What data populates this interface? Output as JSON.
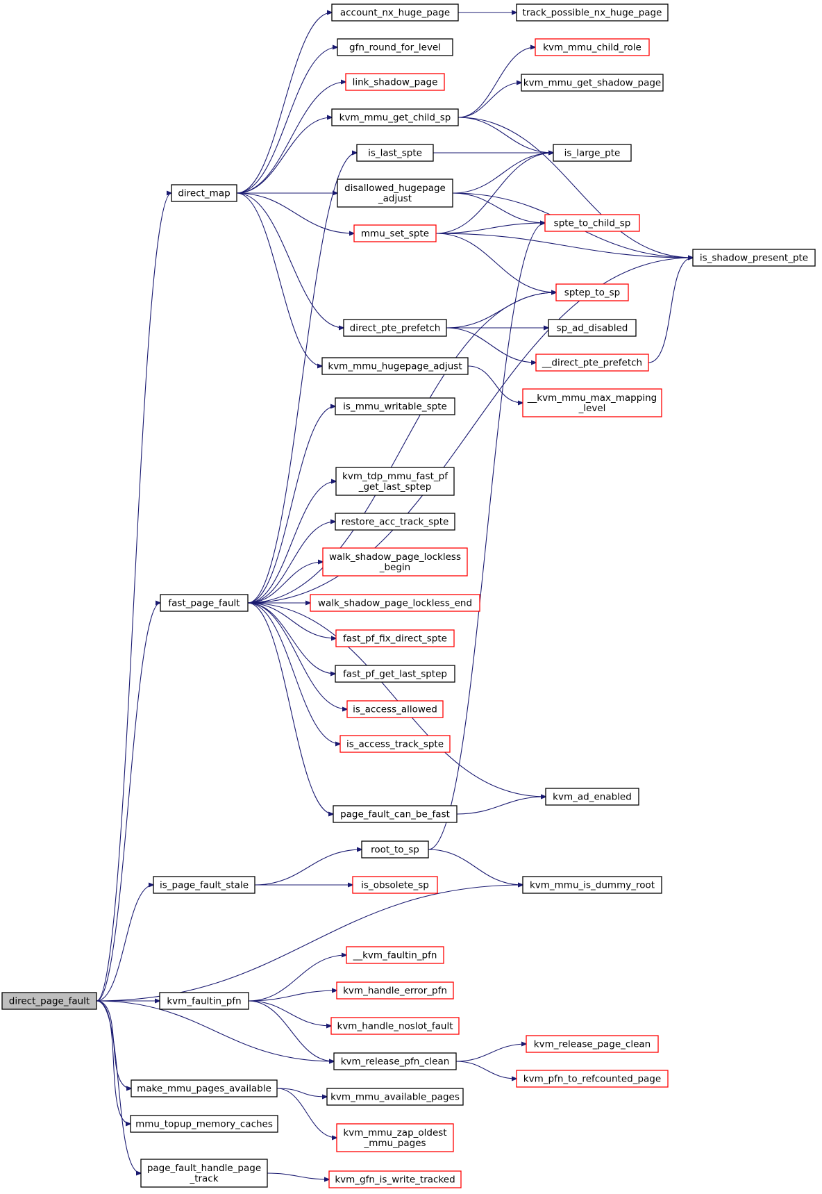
{
  "nodes": [
    {
      "id": "account_nx_huge_page",
      "label": [
        "account_nx_huge_page"
      ],
      "border": "black"
    },
    {
      "id": "track_possible_nx_huge_page",
      "label": [
        "track_possible_nx_huge_page"
      ],
      "border": "black"
    },
    {
      "id": "gfn_round_for_level",
      "label": [
        "gfn_round_for_level"
      ],
      "border": "black"
    },
    {
      "id": "kvm_mmu_child_role",
      "label": [
        "kvm_mmu_child_role"
      ],
      "border": "red"
    },
    {
      "id": "link_shadow_page",
      "label": [
        "link_shadow_page"
      ],
      "border": "red"
    },
    {
      "id": "kvm_mmu_get_shadow_page",
      "label": [
        "kvm_mmu_get_shadow_page"
      ],
      "border": "black"
    },
    {
      "id": "kvm_mmu_get_child_sp",
      "label": [
        "kvm_mmu_get_child_sp"
      ],
      "border": "black"
    },
    {
      "id": "is_last_spte",
      "label": [
        "is_last_spte"
      ],
      "border": "black"
    },
    {
      "id": "is_large_pte",
      "label": [
        "is_large_pte"
      ],
      "border": "black"
    },
    {
      "id": "direct_map",
      "label": [
        "direct_map"
      ],
      "border": "black"
    },
    {
      "id": "disallowed_hugepage_adjust",
      "label": [
        "disallowed_hugepage",
        "_adjust"
      ],
      "border": "black"
    },
    {
      "id": "spte_to_child_sp",
      "label": [
        "spte_to_child_sp"
      ],
      "border": "red"
    },
    {
      "id": "mmu_set_spte",
      "label": [
        "mmu_set_spte"
      ],
      "border": "red"
    },
    {
      "id": "is_shadow_present_pte",
      "label": [
        "is_shadow_present_pte"
      ],
      "border": "black"
    },
    {
      "id": "sptep_to_sp",
      "label": [
        "sptep_to_sp"
      ],
      "border": "red"
    },
    {
      "id": "direct_pte_prefetch",
      "label": [
        "direct_pte_prefetch"
      ],
      "border": "black"
    },
    {
      "id": "sp_ad_disabled",
      "label": [
        "sp_ad_disabled"
      ],
      "border": "black"
    },
    {
      "id": "__direct_pte_prefetch",
      "label": [
        "__direct_pte_prefetch"
      ],
      "border": "red"
    },
    {
      "id": "kvm_mmu_hugepage_adjust",
      "label": [
        "kvm_mmu_hugepage_adjust"
      ],
      "border": "black"
    },
    {
      "id": "__kvm_mmu_max_mapping_level",
      "label": [
        "__kvm_mmu_max_mapping",
        "_level"
      ],
      "border": "red"
    },
    {
      "id": "is_mmu_writable_spte",
      "label": [
        "is_mmu_writable_spte"
      ],
      "border": "black"
    },
    {
      "id": "kvm_tdp_mmu_fast_pf_get_last_sptep",
      "label": [
        "kvm_tdp_mmu_fast_pf",
        "_get_last_sptep"
      ],
      "border": "black"
    },
    {
      "id": "restore_acc_track_spte",
      "label": [
        "restore_acc_track_spte"
      ],
      "border": "black"
    },
    {
      "id": "walk_shadow_page_lockless_begin",
      "label": [
        "walk_shadow_page_lockless",
        "_begin"
      ],
      "border": "red"
    },
    {
      "id": "fast_page_fault",
      "label": [
        "fast_page_fault"
      ],
      "border": "black"
    },
    {
      "id": "walk_shadow_page_lockless_end",
      "label": [
        "walk_shadow_page_lockless_end"
      ],
      "border": "red"
    },
    {
      "id": "fast_pf_fix_direct_spte",
      "label": [
        "fast_pf_fix_direct_spte"
      ],
      "border": "red"
    },
    {
      "id": "fast_pf_get_last_sptep",
      "label": [
        "fast_pf_get_last_sptep"
      ],
      "border": "black"
    },
    {
      "id": "is_access_allowed",
      "label": [
        "is_access_allowed"
      ],
      "border": "red"
    },
    {
      "id": "is_access_track_spte",
      "label": [
        "is_access_track_spte"
      ],
      "border": "red"
    },
    {
      "id": "kvm_ad_enabled",
      "label": [
        "kvm_ad_enabled"
      ],
      "border": "black"
    },
    {
      "id": "page_fault_can_be_fast",
      "label": [
        "page_fault_can_be_fast"
      ],
      "border": "black"
    },
    {
      "id": "root_to_sp",
      "label": [
        "root_to_sp"
      ],
      "border": "black"
    },
    {
      "id": "is_page_fault_stale",
      "label": [
        "is_page_fault_stale"
      ],
      "border": "black"
    },
    {
      "id": "is_obsolete_sp",
      "label": [
        "is_obsolete_sp"
      ],
      "border": "red"
    },
    {
      "id": "kvm_mmu_is_dummy_root",
      "label": [
        "kvm_mmu_is_dummy_root"
      ],
      "border": "black"
    },
    {
      "id": "__kvm_faultin_pfn",
      "label": [
        "__kvm_faultin_pfn"
      ],
      "border": "red"
    },
    {
      "id": "direct_page_fault",
      "label": [
        "direct_page_fault"
      ],
      "border": "black",
      "root": true
    },
    {
      "id": "kvm_faultin_pfn",
      "label": [
        "kvm_faultin_pfn"
      ],
      "border": "black"
    },
    {
      "id": "kvm_handle_error_pfn",
      "label": [
        "kvm_handle_error_pfn"
      ],
      "border": "red"
    },
    {
      "id": "kvm_handle_noslot_fault",
      "label": [
        "kvm_handle_noslot_fault"
      ],
      "border": "red"
    },
    {
      "id": "kvm_release_page_clean",
      "label": [
        "kvm_release_page_clean"
      ],
      "border": "red"
    },
    {
      "id": "kvm_release_pfn_clean",
      "label": [
        "kvm_release_pfn_clean"
      ],
      "border": "black"
    },
    {
      "id": "kvm_pfn_to_refcounted_page",
      "label": [
        "kvm_pfn_to_refcounted_page"
      ],
      "border": "red"
    },
    {
      "id": "make_mmu_pages_available",
      "label": [
        "make_mmu_pages_available"
      ],
      "border": "black"
    },
    {
      "id": "kvm_mmu_available_pages",
      "label": [
        "kvm_mmu_available_pages"
      ],
      "border": "black"
    },
    {
      "id": "mmu_topup_memory_caches",
      "label": [
        "mmu_topup_memory_caches"
      ],
      "border": "black"
    },
    {
      "id": "kvm_mmu_zap_oldest_mmu_pages",
      "label": [
        "kvm_mmu_zap_oldest",
        "_mmu_pages"
      ],
      "border": "red"
    },
    {
      "id": "page_fault_handle_page_track",
      "label": [
        "page_fault_handle_page",
        "_track"
      ],
      "border": "black"
    },
    {
      "id": "kvm_gfn_is_write_tracked",
      "label": [
        "kvm_gfn_is_write_tracked"
      ],
      "border": "red"
    }
  ],
  "edges": [
    [
      "direct_page_fault",
      "direct_map"
    ],
    [
      "direct_page_fault",
      "fast_page_fault"
    ],
    [
      "direct_page_fault",
      "is_page_fault_stale"
    ],
    [
      "direct_page_fault",
      "kvm_mmu_is_dummy_root"
    ],
    [
      "direct_page_fault",
      "kvm_faultin_pfn"
    ],
    [
      "direct_page_fault",
      "kvm_release_pfn_clean"
    ],
    [
      "direct_page_fault",
      "make_mmu_pages_available"
    ],
    [
      "direct_page_fault",
      "mmu_topup_memory_caches"
    ],
    [
      "direct_page_fault",
      "page_fault_handle_page_track"
    ],
    [
      "direct_map",
      "account_nx_huge_page"
    ],
    [
      "direct_map",
      "gfn_round_for_level"
    ],
    [
      "direct_map",
      "link_shadow_page"
    ],
    [
      "direct_map",
      "kvm_mmu_get_child_sp"
    ],
    [
      "direct_map",
      "disallowed_hugepage_adjust"
    ],
    [
      "direct_map",
      "mmu_set_spte"
    ],
    [
      "direct_map",
      "direct_pte_prefetch"
    ],
    [
      "direct_map",
      "kvm_mmu_hugepage_adjust"
    ],
    [
      "account_nx_huge_page",
      "track_possible_nx_huge_page"
    ],
    [
      "kvm_mmu_get_child_sp",
      "kvm_mmu_child_role"
    ],
    [
      "kvm_mmu_get_child_sp",
      "kvm_mmu_get_shadow_page"
    ],
    [
      "kvm_mmu_get_child_sp",
      "is_large_pte"
    ],
    [
      "kvm_mmu_get_child_sp",
      "is_shadow_present_pte"
    ],
    [
      "is_last_spte",
      "is_large_pte"
    ],
    [
      "disallowed_hugepage_adjust",
      "is_large_pte"
    ],
    [
      "disallowed_hugepage_adjust",
      "spte_to_child_sp"
    ],
    [
      "disallowed_hugepage_adjust",
      "is_shadow_present_pte"
    ],
    [
      "mmu_set_spte",
      "is_large_pte"
    ],
    [
      "mmu_set_spte",
      "spte_to_child_sp"
    ],
    [
      "mmu_set_spte",
      "is_shadow_present_pte"
    ],
    [
      "mmu_set_spte",
      "sptep_to_sp"
    ],
    [
      "direct_pte_prefetch",
      "sptep_to_sp"
    ],
    [
      "direct_pte_prefetch",
      "sp_ad_disabled"
    ],
    [
      "direct_pte_prefetch",
      "__direct_pte_prefetch"
    ],
    [
      "__direct_pte_prefetch",
      "is_shadow_present_pte"
    ],
    [
      "kvm_mmu_hugepage_adjust",
      "__kvm_mmu_max_mapping_level"
    ],
    [
      "fast_page_fault",
      "is_last_spte"
    ],
    [
      "fast_page_fault",
      "sptep_to_sp"
    ],
    [
      "fast_page_fault",
      "is_mmu_writable_spte"
    ],
    [
      "fast_page_fault",
      "is_shadow_present_pte"
    ],
    [
      "fast_page_fault",
      "kvm_tdp_mmu_fast_pf_get_last_sptep"
    ],
    [
      "fast_page_fault",
      "restore_acc_track_spte"
    ],
    [
      "fast_page_fault",
      "walk_shadow_page_lockless_begin"
    ],
    [
      "fast_page_fault",
      "walk_shadow_page_lockless_end"
    ],
    [
      "fast_page_fault",
      "fast_pf_fix_direct_spte"
    ],
    [
      "fast_page_fault",
      "fast_pf_get_last_sptep"
    ],
    [
      "fast_page_fault",
      "is_access_allowed"
    ],
    [
      "fast_page_fault",
      "is_access_track_spte"
    ],
    [
      "fast_page_fault",
      "kvm_ad_enabled"
    ],
    [
      "fast_page_fault",
      "page_fault_can_be_fast"
    ],
    [
      "page_fault_can_be_fast",
      "kvm_ad_enabled"
    ],
    [
      "is_page_fault_stale",
      "root_to_sp"
    ],
    [
      "is_page_fault_stale",
      "is_obsolete_sp"
    ],
    [
      "root_to_sp",
      "spte_to_child_sp"
    ],
    [
      "root_to_sp",
      "kvm_mmu_is_dummy_root"
    ],
    [
      "kvm_faultin_pfn",
      "__kvm_faultin_pfn"
    ],
    [
      "kvm_faultin_pfn",
      "kvm_handle_error_pfn"
    ],
    [
      "kvm_faultin_pfn",
      "kvm_handle_noslot_fault"
    ],
    [
      "kvm_faultin_pfn",
      "kvm_release_pfn_clean"
    ],
    [
      "kvm_release_pfn_clean",
      "kvm_release_page_clean"
    ],
    [
      "kvm_release_pfn_clean",
      "kvm_pfn_to_refcounted_page"
    ],
    [
      "make_mmu_pages_available",
      "kvm_mmu_available_pages"
    ],
    [
      "make_mmu_pages_available",
      "kvm_mmu_zap_oldest_mmu_pages"
    ],
    [
      "page_fault_handle_page_track",
      "kvm_gfn_is_write_tracked"
    ]
  ]
}
